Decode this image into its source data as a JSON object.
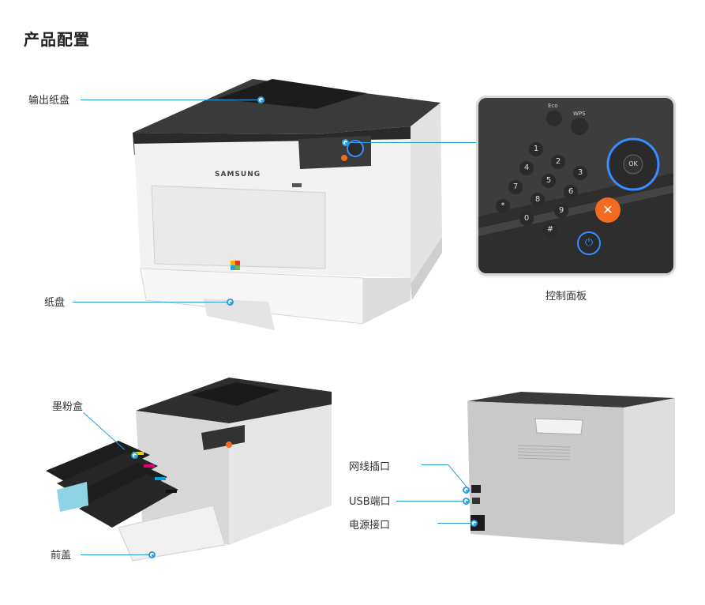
{
  "page": {
    "title": "产品配置"
  },
  "labels": {
    "output_tray": "输出纸盘",
    "paper_tray": "纸盘",
    "control_panel": "控制面板",
    "toner": "墨粉盒",
    "front_cover": "前盖",
    "network_port": "网线插口",
    "usb_port": "USB端口",
    "power_port": "电源接口"
  },
  "printer": {
    "brand": "SAMSUNG"
  },
  "control_panel": {
    "keys": [
      "1",
      "2",
      "3",
      "4",
      "5",
      "6",
      "7",
      "8",
      "9",
      "*",
      "0",
      "#"
    ],
    "ok_label": "OK",
    "eco_label": "Eco",
    "wps_label": "WPS"
  },
  "colors": {
    "accent_line": "#2aa0d8",
    "printer_body": "#efefef",
    "printer_top": "#2f2f2f",
    "panel_bg": "#3b3b3b",
    "cancel_orange": "#f26b21",
    "ok_ring_blue": "#3a8cff"
  }
}
